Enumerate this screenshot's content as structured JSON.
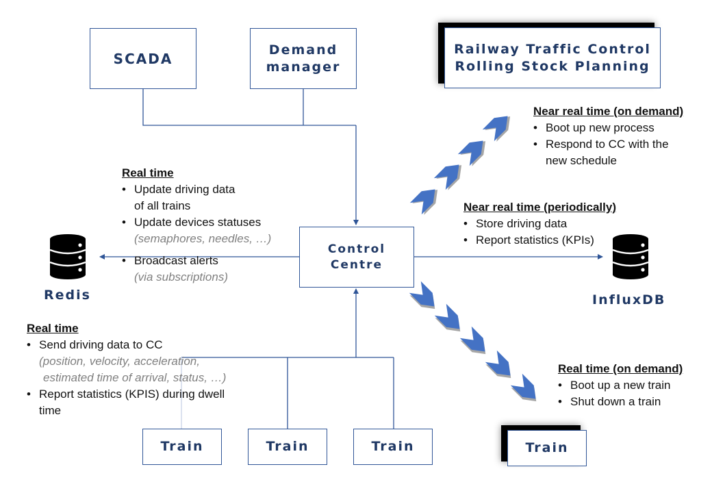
{
  "nodes": {
    "scada": "SCADA",
    "demand_manager": [
      "Demand",
      "manager"
    ],
    "rtc": [
      "Railway Traffic Control",
      "Rolling Stock Planning"
    ],
    "control_centre": [
      "Control",
      "Centre"
    ],
    "redis": "Redis",
    "influxdb": "InfluxDB",
    "trains": [
      "Train",
      "Train",
      "Train"
    ],
    "spawned_train": "Train"
  },
  "notes": {
    "rt_center": {
      "heading": "Real time",
      "bullet1": [
        "Update driving data",
        "of all trains"
      ],
      "bullet2": "Update devices statuses",
      "bullet2_sub": "(semaphores, needles, …)",
      "bullet3": "Broadcast alerts",
      "bullet3_sub": "(via subscriptions)"
    },
    "rt_trains": {
      "heading": "Real time",
      "bullet1": "Send driving data to CC",
      "bullet1_sub": [
        "(position, velocity, acceleration,",
        "estimated time of arrival, status, …)"
      ],
      "bullet2": [
        "Report statistics (KPIS) during dwell",
        "time"
      ]
    },
    "nrt_demand": {
      "heading": "Near real time (on demand)",
      "bullet1": "Boot up new process",
      "bullet2": [
        "Respond to CC with the",
        "new schedule"
      ]
    },
    "nrt_periodic": {
      "heading": "Near real time (periodically)",
      "bullet1": "Store driving data",
      "bullet2": "Report statistics (KPIs)"
    },
    "rt_ondemand": {
      "heading": "Real time (on demand)",
      "bullet1": "Boot up a new train",
      "bullet2": "Shut down a train"
    }
  },
  "colors": {
    "line": "#2f5597",
    "box_text": "#1f3864",
    "chevron": "#4472c4",
    "chevron_shadow": "#a6a6a6",
    "muted_text": "#7f7f7f"
  },
  "icons": {
    "database": "database-icon",
    "chevron": "chevron-arrow-icon"
  }
}
